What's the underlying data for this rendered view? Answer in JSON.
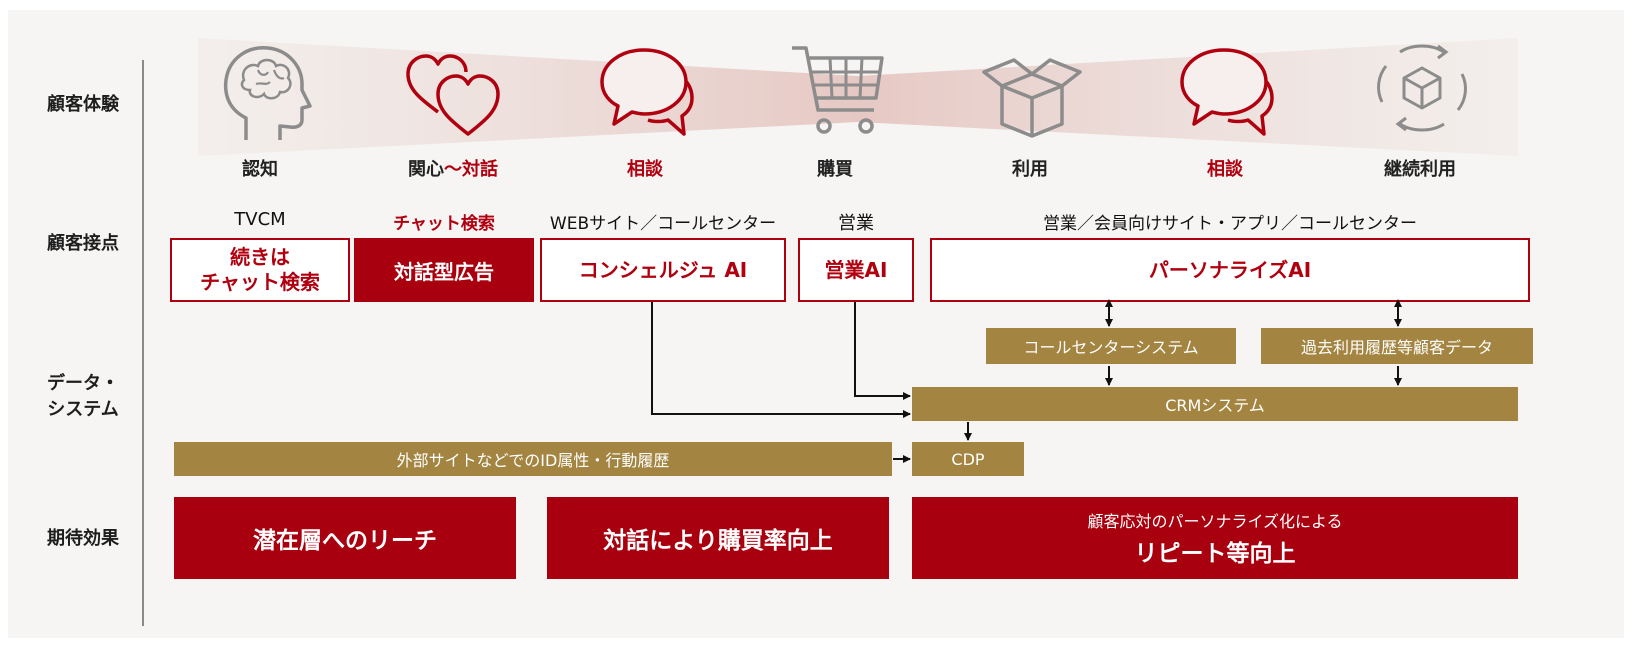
{
  "rows": {
    "experience": "顧客体験",
    "touchpoint": "顧客接点",
    "data_system_line1": "データ・",
    "data_system_line2": "システム",
    "effect": "期待効果"
  },
  "stages": [
    "認知",
    "関心〜対話",
    "相談",
    "購買",
    "利用",
    "相談",
    "継続利用"
  ],
  "stage2_part1": "関心",
  "stage2_part2": "〜対話",
  "touchpoint_labels": {
    "tvcm": "TVCM",
    "chat_search": "チャット検索",
    "web_call": "WEBサイト／コールセンター",
    "sales": "営業",
    "member": "営業／会員向けサイト・アプリ／コールセンター"
  },
  "touchpoint_boxes": {
    "tsuzuki_line1": "続きは",
    "tsuzuki_line2": "チャット検索",
    "dialog_ad": "対話型広告",
    "concierge": "コンシェルジュ AI",
    "sales_ai": "営業AI",
    "personalize_ai": "パーソナライズAI"
  },
  "systems": {
    "callcenter": "コールセンターシステム",
    "history": "過去利用履歴等顧客データ",
    "crm": "CRMシステム",
    "external": "外部サイトなどでのID属性・行動履歴",
    "cdp": "CDP"
  },
  "effects": {
    "reach": "潜在層へのリーチ",
    "purchase": "対話により購買率向上",
    "repeat_line1": "顧客応対のパーソナライズ化による",
    "repeat_line2": "リピート等向上"
  },
  "colors": {
    "red": "#a8000e",
    "gold": "#a38440",
    "gray_icon": "#8c8c8c"
  }
}
